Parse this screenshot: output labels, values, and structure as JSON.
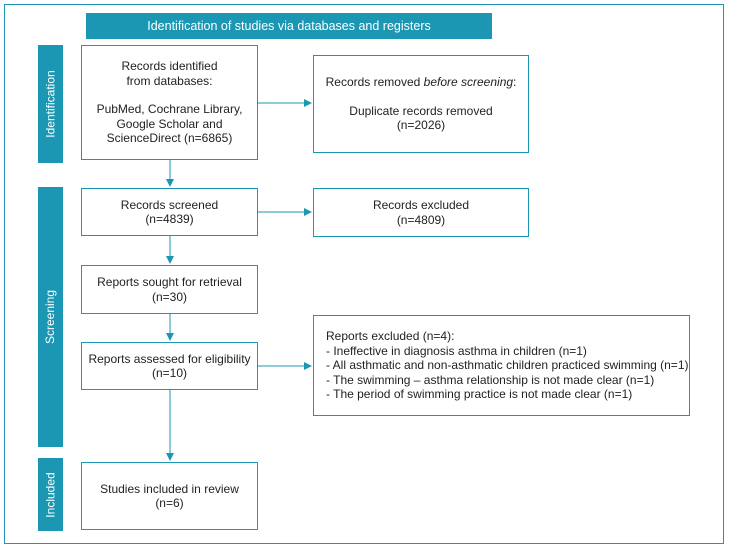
{
  "banner": "Identification of studies via databases and registers",
  "stages": {
    "identification": "Identification",
    "screening": "Screening",
    "included": "Included"
  },
  "records_identified": {
    "line1": "Records identified",
    "line2": "from databases:",
    "line3": "PubMed, Cochrane Library,",
    "line4": "Google Scholar and",
    "line5": "ScienceDirect (n=6865)"
  },
  "records_removed": {
    "line1_prefix": "Records removed ",
    "line1_emphasis": "before screening",
    "line1_suffix": ":",
    "line2": "Duplicate records removed",
    "line3": "(n=2026)"
  },
  "records_screened": {
    "line1": "Records screened",
    "line2": "(n=4839)"
  },
  "records_excluded": {
    "line1": "Records excluded",
    "line2": "(n=4809)"
  },
  "reports_sought": {
    "line1": "Reports sought for retrieval",
    "line2": "(n=30)"
  },
  "reports_assessed": {
    "line1": "Reports assessed for eligibility",
    "line2": "(n=10)"
  },
  "reports_excluded": {
    "title": "Reports excluded (n=4):",
    "items": [
      "- Ineffective in diagnosis asthma in children (n=1)",
      "- All asthmatic and non-asthmatic children practiced swimming (n=1)",
      "- The swimming – asthma relationship is not made clear (n=1)",
      "- The period of swimming practice is not made clear (n=1)"
    ]
  },
  "studies_included": {
    "line1": "Studies included in review",
    "line2": "(n=6)"
  },
  "colors": {
    "accent": "#1c97b3",
    "text": "#222222",
    "background": "#ffffff"
  }
}
